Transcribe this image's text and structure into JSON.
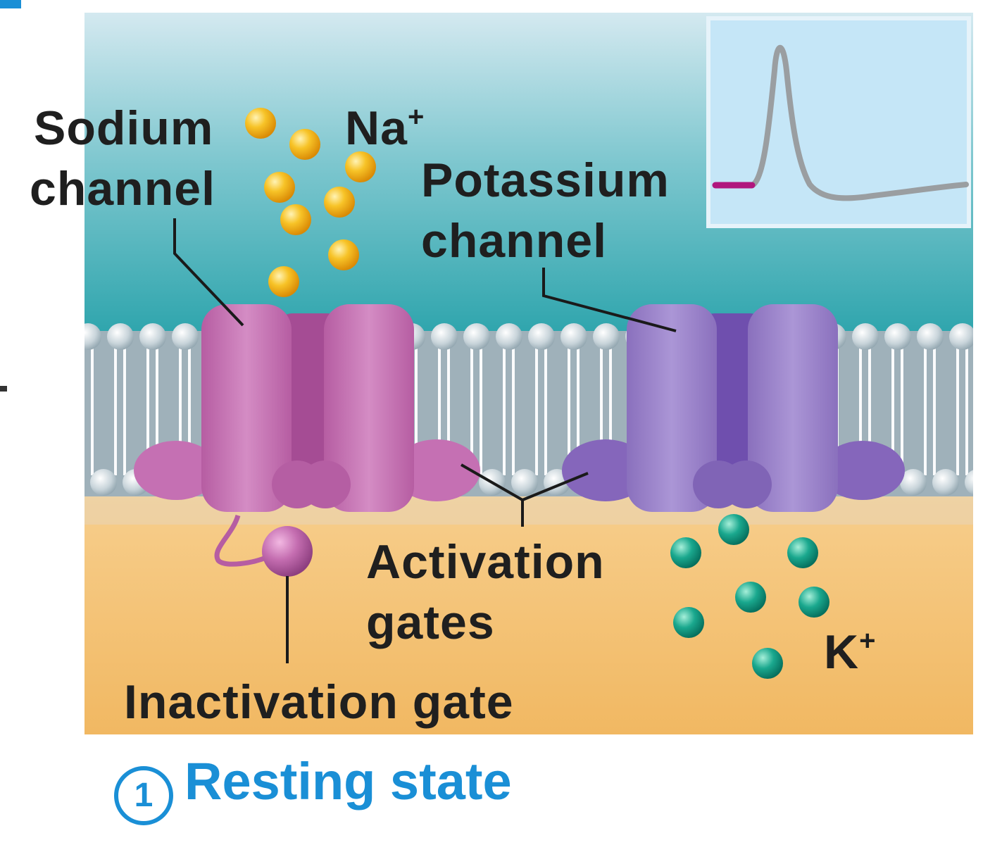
{
  "labels": {
    "sodium_channel_line1": "Sodium",
    "sodium_channel_line2": "channel",
    "na_ion": "Na",
    "na_charge": "+",
    "potassium_channel_line1": "Potassium",
    "potassium_channel_line2": "channel",
    "activation_gates_line1": "Activation",
    "activation_gates_line2": "gates",
    "inactivation_gate": "Inactivation gate",
    "k_ion": "K",
    "k_charge": "+"
  },
  "caption": {
    "step_number": "1",
    "title": "Resting state"
  },
  "colors": {
    "extracellular_top": "#cfe6ee",
    "extracellular_bottom": "#2aa3ab",
    "cytoplasm": "#f2ba6c",
    "sodium_channel": "#c36aae",
    "potassium_channel": "#9478c2",
    "sodium_ion": "#f5b316",
    "potassium_ion": "#17a38c",
    "inset_background": "#c5e6f7",
    "resting_marker": "#b0177e",
    "caption_blue": "#1a8fd6"
  },
  "icons": {
    "sodium_ion": "yellow-sphere",
    "potassium_ion": "teal-sphere",
    "lipid_head": "phospholipid-head-sphere"
  }
}
